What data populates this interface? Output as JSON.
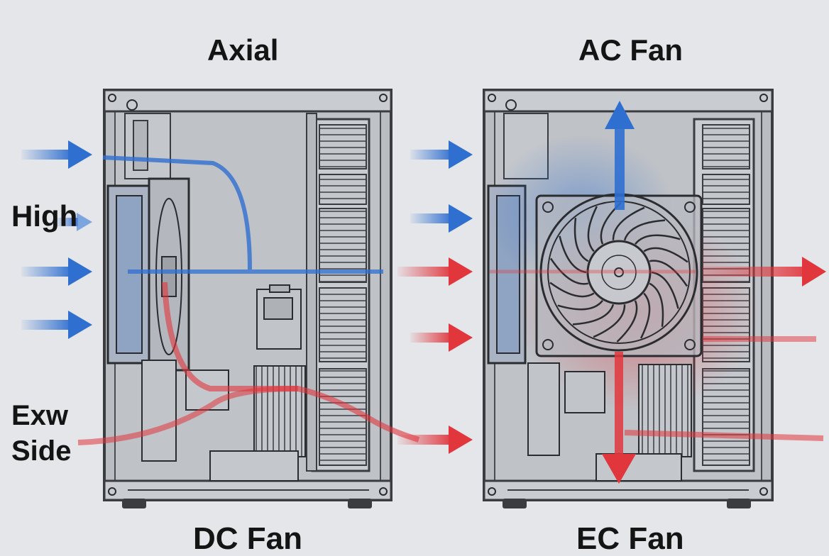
{
  "labels": {
    "top_left": "Axial",
    "top_right": "AC Fan",
    "bottom_left": "DC Fan",
    "bottom_right": "EC Fan",
    "side_high": "High",
    "side_exw": "Exw",
    "side_side": "Side"
  },
  "colors": {
    "background": "#e4e6ea",
    "cabinet_fill": "#b9bcc1",
    "frame": "#3a3c40",
    "cool_air": "#2f6fd0",
    "hot_air": "#e0363c"
  },
  "icons": {
    "left_unit_fan": "axial-fan-icon",
    "right_unit_fan": "radial-fan-icon",
    "heat_sink": "heatsink-fins-icon"
  }
}
